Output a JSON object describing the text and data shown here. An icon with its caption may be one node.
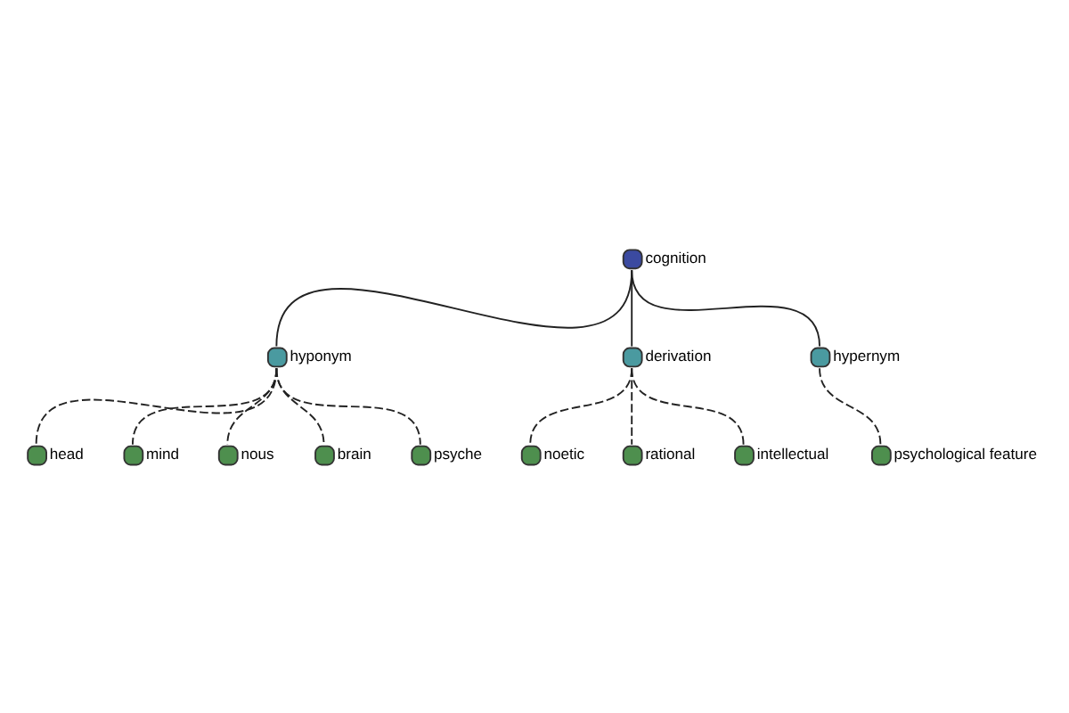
{
  "diagram": {
    "nodes": [
      {
        "text": [
          "cognition"
        ]
      },
      {
        "text": [
          "hyponym"
        ]
      },
      {
        "text": [
          "head"
        ]
      },
      {
        "text": [
          "mind"
        ]
      },
      {
        "text": [
          "nous"
        ]
      },
      {
        "text": [
          "brain"
        ]
      },
      {
        "text": [
          "psyche"
        ]
      },
      {
        "text": [
          "derivation"
        ]
      },
      {
        "text": [
          "noetic"
        ]
      },
      {
        "text": [
          "rational"
        ]
      },
      {
        "text": [
          "intellectual"
        ]
      },
      {
        "text": [
          "hypernym"
        ]
      },
      {
        "text": [
          "psychological feature"
        ]
      }
    ],
    "edges": [
      {
        "from": 0,
        "to": 1,
        "arrow": "none"
      },
      {
        "from": 1,
        "to": 2,
        "arrow": "none",
        "style": "dashed"
      },
      {
        "from": 1,
        "to": 3,
        "arrow": "none",
        "style": "dashed"
      },
      {
        "from": 1,
        "to": 4,
        "arrow": "none",
        "style": "dashed"
      },
      {
        "from": 1,
        "to": 5,
        "arrow": "none",
        "style": "dashed"
      },
      {
        "from": 1,
        "to": 6,
        "arrow": "none",
        "style": "dashed"
      },
      {
        "from": 0,
        "to": 7,
        "arrow": "none"
      },
      {
        "from": 7,
        "to": 8,
        "arrow": "none",
        "style": "dashed"
      },
      {
        "from": 7,
        "to": 9,
        "arrow": "none",
        "style": "dashed"
      },
      {
        "from": 7,
        "to": 10,
        "arrow": "none",
        "style": "dashed"
      },
      {
        "from": 0,
        "to": 11,
        "arrow": "none"
      },
      {
        "from": 11,
        "to": 12,
        "arrow": "none",
        "style": "dashed"
      }
    ]
  }
}
